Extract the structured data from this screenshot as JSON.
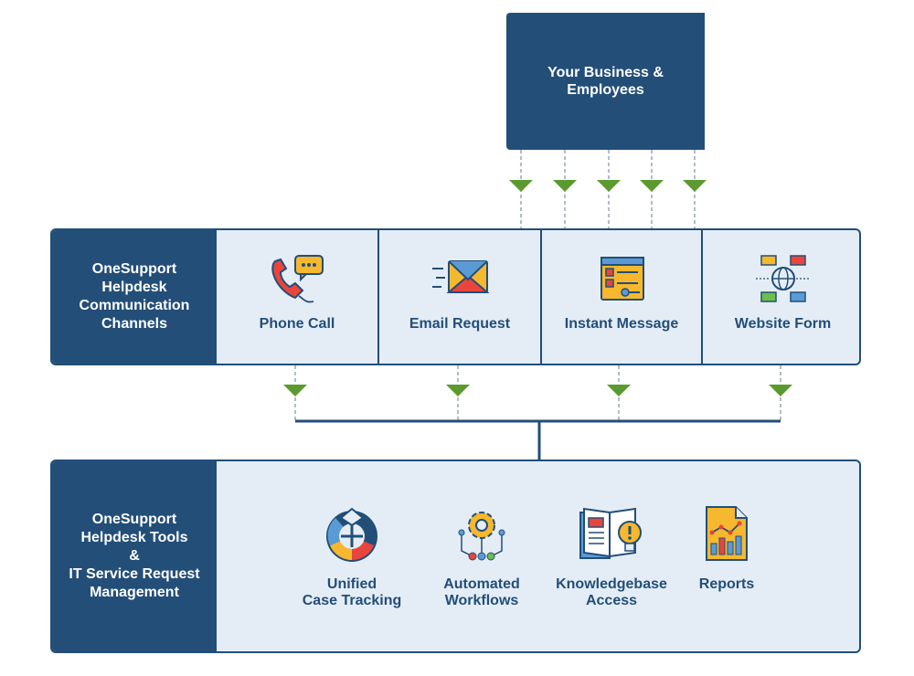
{
  "business": {
    "title": "Your Business &\nEmployees"
  },
  "channels": {
    "label": "OneSupport\nHelpdesk\nCommunication\nChannels",
    "items": [
      {
        "label": "Phone Call",
        "icon": "phone-icon"
      },
      {
        "label": "Email Request",
        "icon": "email-icon"
      },
      {
        "label": "Instant Message",
        "icon": "chat-app-icon"
      },
      {
        "label": "Website Form",
        "icon": "website-form-icon"
      }
    ]
  },
  "tools": {
    "label": "OneSupport\nHelpdesk Tools\n&\nIT Service Request\nManagement",
    "items": [
      {
        "label": "Unified\nCase Tracking",
        "icon": "target-icon"
      },
      {
        "label": "Automated\nWorkflows",
        "icon": "gear-network-icon"
      },
      {
        "label": "Knowledgebase\nAccess",
        "icon": "book-idea-icon"
      },
      {
        "label": "Reports",
        "icon": "report-chart-icon"
      }
    ]
  },
  "colors": {
    "navy": "#234e78",
    "panel_bg": "#e4edf6",
    "arrow_green": "#5a9a2e"
  }
}
